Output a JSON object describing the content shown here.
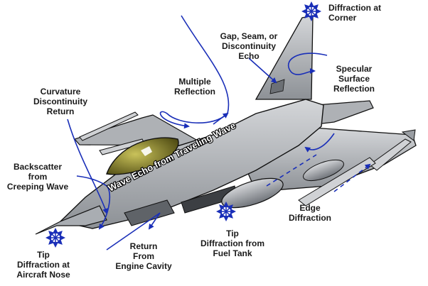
{
  "labels": {
    "diffraction_corner": "Diffraction at\nCorner",
    "gap_seam": "Gap, Seam, or\nDiscontinuity\nEcho",
    "specular": "Specular\nSurface\nReflection",
    "multiple_reflection": "Multiple\nReflection",
    "curvature": "Curvature\nDiscontinuity\nReturn",
    "backscatter": "Backscatter\nfrom\nCreeping Wave",
    "wave_echo": "Wave Echo from Traveling Wave",
    "edge_diffraction": "Edge\nDiffraction",
    "tip_fuel_tank": "Tip\nDiffraction from\nFuel Tank",
    "return_engine": "Return\nFrom\nEngine Cavity",
    "tip_nose": "Tip\nDiffraction at\nAircraft Nose"
  },
  "colors": {
    "arrow": "#1a2fb8",
    "airframe": "#b9bcc0",
    "airframe_dark": "#7d8186",
    "outline": "#111111",
    "canopy": "#6f6a1e",
    "label": "#1a1a1a"
  },
  "icons": {
    "scatter_star": "radial-arrows-icon"
  }
}
